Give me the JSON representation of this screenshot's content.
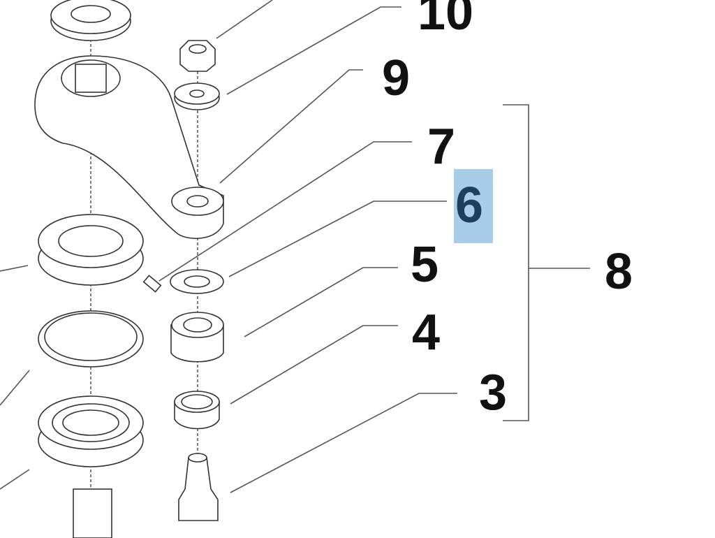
{
  "diagram": {
    "callouts": [
      {
        "id": "10",
        "label": "10"
      },
      {
        "id": "9",
        "label": "9"
      },
      {
        "id": "7",
        "label": "7"
      },
      {
        "id": "6",
        "label": "6",
        "selected": true
      },
      {
        "id": "5",
        "label": "5"
      },
      {
        "id": "4",
        "label": "4"
      },
      {
        "id": "3",
        "label": "3"
      },
      {
        "id": "8",
        "label": "8"
      }
    ],
    "colors": {
      "highlight": "#a8cde6",
      "highlight_text": "#1f3f5b",
      "label": "#111111"
    }
  }
}
